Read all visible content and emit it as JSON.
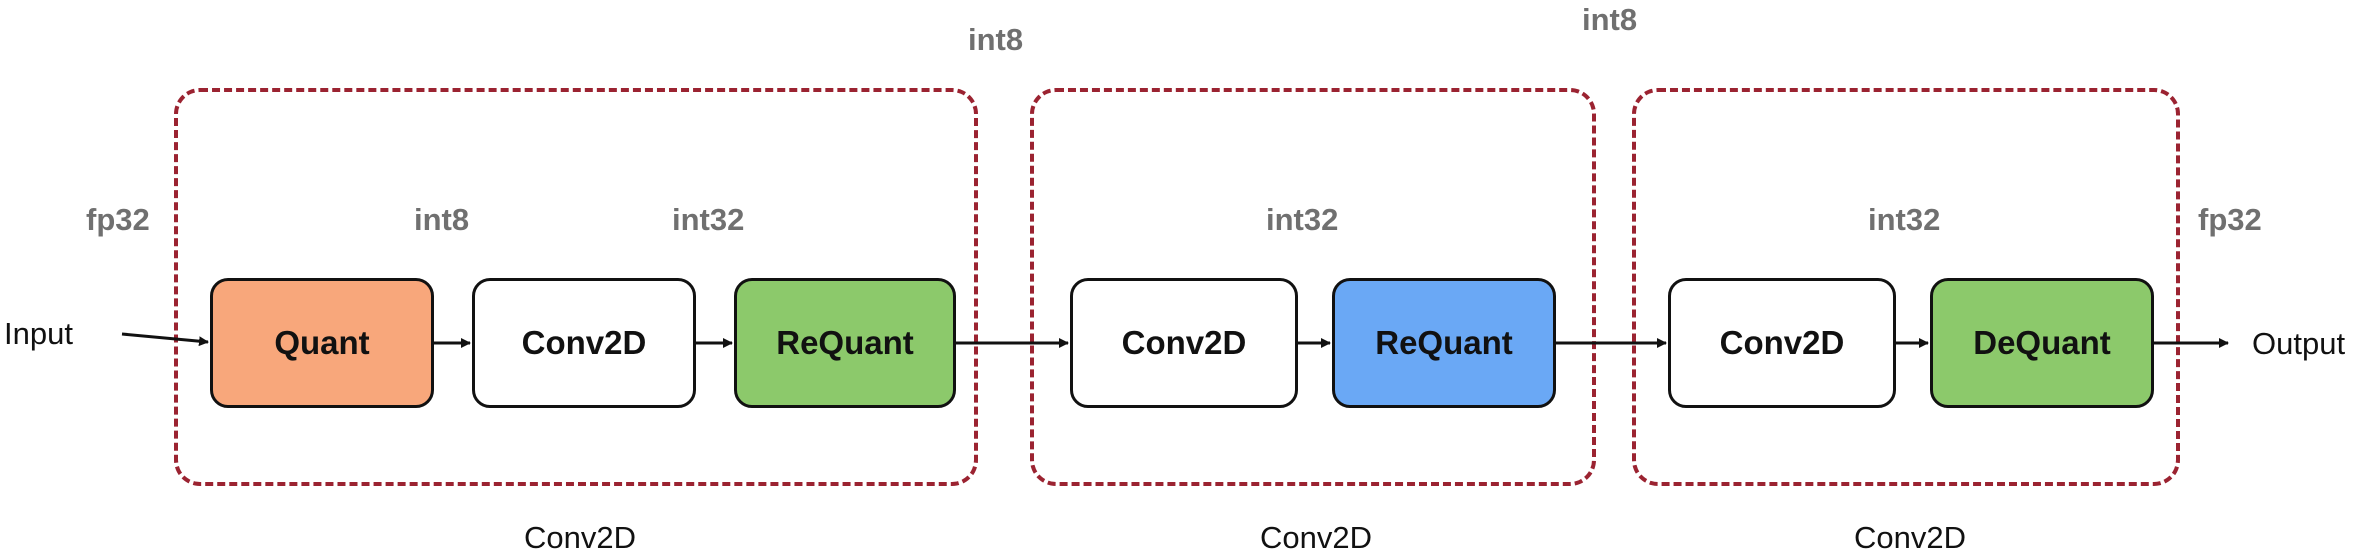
{
  "input_label": "Input",
  "output_label": "Output",
  "groups": [
    {
      "label": "Conv2D"
    },
    {
      "label": "Conv2D"
    },
    {
      "label": "Conv2D"
    }
  ],
  "nodes": [
    {
      "label": "Quant",
      "fill": "#f8a77b"
    },
    {
      "label": "Conv2D",
      "fill": "#ffffff"
    },
    {
      "label": "ReQuant",
      "fill": "#8cc96b"
    },
    {
      "label": "Conv2D",
      "fill": "#ffffff"
    },
    {
      "label": "ReQuant",
      "fill": "#6aa8f5"
    },
    {
      "label": "Conv2D",
      "fill": "#ffffff"
    },
    {
      "label": "DeQuant",
      "fill": "#8cc96b"
    }
  ],
  "dtypes": {
    "input": "fp32",
    "after_quant": "int8",
    "after_conv_1": "int32",
    "between_1_2": "int8",
    "after_conv_2": "int32",
    "between_2_3": "int8",
    "after_conv_3": "int32",
    "output": "fp32"
  },
  "colors": {
    "group_border": "#9b2331",
    "dtype_text": "#707070",
    "node_border": "#111111"
  }
}
